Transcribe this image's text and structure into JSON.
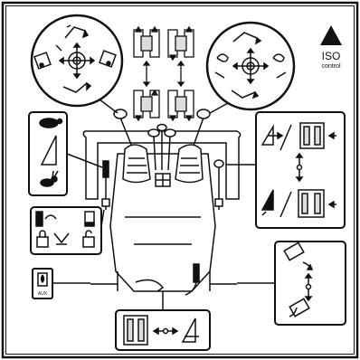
{
  "decal": {
    "warning_symbol": "!",
    "standard_label_line1": "ISO",
    "standard_label_line2": "control",
    "aux_panel_label": "AUX"
  },
  "colors": {
    "outline": "#111111",
    "background": "#ffffff",
    "light_fill": "#f4f4f4",
    "mid_fill": "#d8d8d8"
  },
  "icons": [
    "warning-triangle-icon",
    "turtle-icon",
    "rabbit-icon",
    "lock-icon",
    "unlock-icon",
    "auxiliary-hydraulic-icon",
    "excavator-boom-icon",
    "excavator-bucket-icon",
    "crawler-track-icon",
    "dozer-blade-icon"
  ]
}
